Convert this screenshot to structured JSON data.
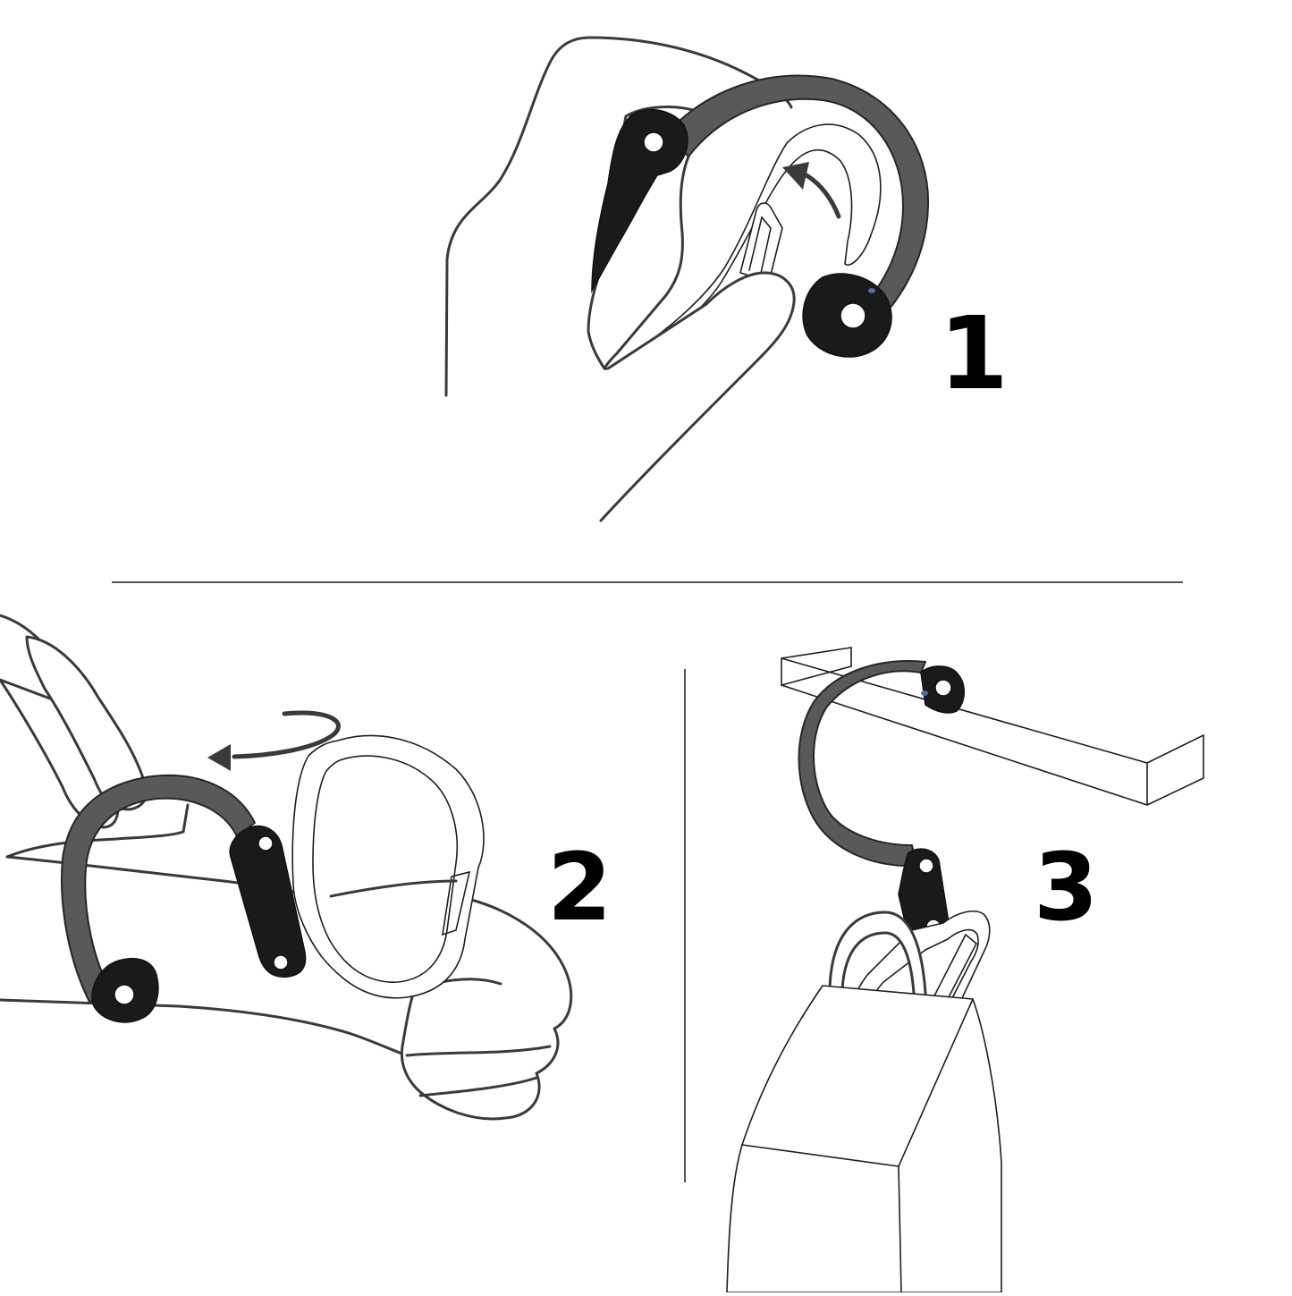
{
  "diagram": {
    "type": "instruction-steps",
    "colors": {
      "background": "#ffffff",
      "line": "#3a3a3a",
      "hook_body": "#595959",
      "hook_caps": "#1a1a1a",
      "pivot_accent": "#4a6fa8",
      "numbers": "#000000"
    },
    "steps": [
      {
        "number": "1",
        "illustration": "hand pressing open the rotating gate of the hook clip",
        "icons": [
          "hand-icon",
          "hook-icon",
          "carabiner-gate-icon",
          "curved-arrow-icon"
        ]
      },
      {
        "number": "2",
        "illustration": "hand rotating the hook arm around the carabiner",
        "icons": [
          "hand-icon",
          "hook-icon",
          "carabiner-icon",
          "rotate-arrow-icon"
        ]
      },
      {
        "number": "3",
        "illustration": "hook hanging over a rail holding a bag via the carabiner",
        "icons": [
          "rail-icon",
          "hook-icon",
          "carabiner-icon",
          "bag-icon"
        ]
      }
    ],
    "layout": {
      "horizontal_divider": "between step 1 and steps 2-3",
      "vertical_divider": "between step 2 and step 3"
    }
  }
}
